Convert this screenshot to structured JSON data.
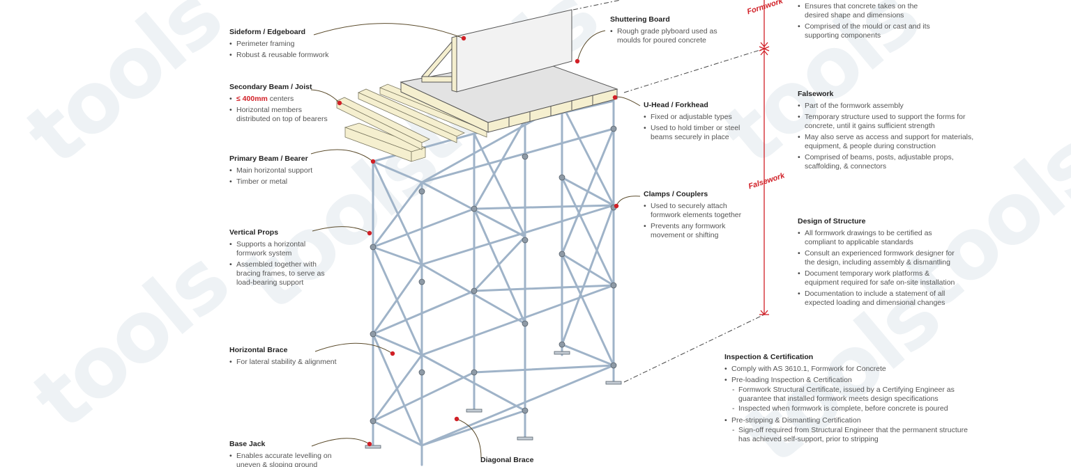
{
  "watermark_text": "tools",
  "colors": {
    "accent_red": "#d11f26",
    "scaffold_blue": "#9fb3c8",
    "timber": "#f5efcf",
    "board": "#d9d9d9"
  },
  "labels": {
    "sideform": {
      "title": "Sideform / Edgeboard",
      "bullets": [
        "Perimeter framing",
        "Robust & reusable formwork"
      ]
    },
    "secondary": {
      "title": "Secondary Beam / Joist",
      "red_prefix": "≤ 400mm",
      "first_suffix": " centers",
      "bullets": [
        "Horizontal members distributed on top of bearers"
      ]
    },
    "primary": {
      "title": "Primary Beam / Bearer",
      "bullets": [
        "Main horizontal support",
        "Timber or metal"
      ]
    },
    "vertical_props": {
      "title": "Vertical Props",
      "bullets": [
        "Supports a horizontal formwork system",
        "Assembled together with bracing frames, to serve as load-bearing support"
      ]
    },
    "horizontal_brace": {
      "title": "Horizontal Brace",
      "bullets": [
        "For lateral stability & alignment"
      ]
    },
    "base_jack": {
      "title": "Base Jack",
      "bullets": [
        "Enables accurate levelling on uneven & sloping ground"
      ]
    },
    "diagonal_brace": {
      "title": "Diagonal Brace"
    },
    "shuttering": {
      "title": "Shuttering Board",
      "bullets": [
        "Rough grade plyboard used as moulds for poured concrete"
      ]
    },
    "uhead": {
      "title": "U-Head / Forkhead",
      "bullets": [
        "Fixed or adjustable types",
        "Used to hold timber or steel beams securely in place"
      ]
    },
    "clamps": {
      "title": "Clamps / Couplers",
      "bullets": [
        "Used to securely attach formwork elements together",
        "Prevents any formwork movement or shifting"
      ]
    }
  },
  "dimension_labels": {
    "formwork": "Formwork",
    "falsework": "Falsework"
  },
  "info": {
    "formwork": {
      "bullets": [
        "Ensures that concrete takes on the desired shape and dimensions",
        "Comprised of the mould or cast and its supporting components"
      ]
    },
    "falsework": {
      "title": "Falsework",
      "bullets": [
        "Part of the formwork assembly",
        "Temporary structure used to support the forms for concrete, until it gains sufficient strength",
        "May also serve as access and support for materials, equipment, & people during construction",
        "Comprised of beams, posts, adjustable props, scaffolding, & connectors"
      ]
    },
    "design": {
      "title": "Design of Structure",
      "bullets": [
        "All formwork drawings to be certified as compliant to applicable standards",
        "Consult an experienced formwork designer for the design, including assembly & dismantling",
        "Document temporary work platforms & equipment required for safe on-site installation",
        "Documentation to include a statement of all expected loading and dimensional changes"
      ]
    },
    "inspection": {
      "title": "Inspection & Certification",
      "items": [
        {
          "text": "Comply with AS 3610.1, Formwork for Concrete",
          "subs": []
        },
        {
          "text": "Pre-loading Inspection & Certification",
          "subs": [
            "Formwork Structural Certificate, issued by a Certifying Engineer as guarantee that installed formwork meets design specifications",
            "Inspected when formwork is complete, before concrete is poured"
          ]
        },
        {
          "text": "Pre-stripping & Dismantling Certification",
          "subs": [
            "Sign-off required from Structural Engineer that the permanent structure has achieved self-support, prior to stripping"
          ]
        }
      ]
    }
  }
}
